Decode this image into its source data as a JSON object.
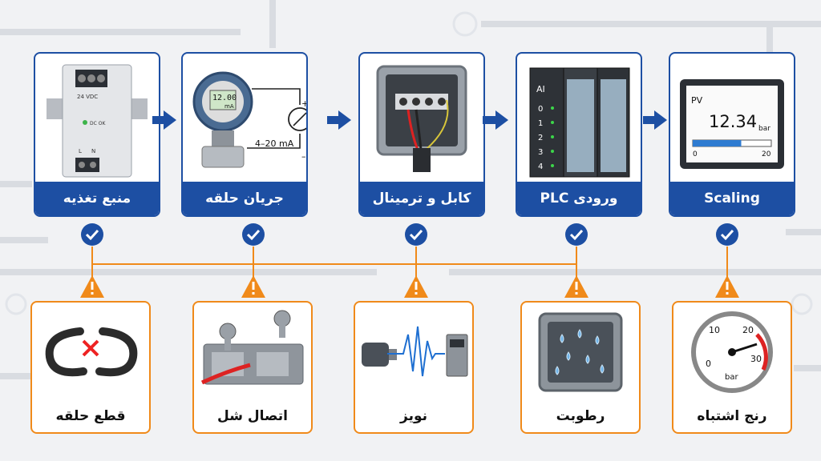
{
  "stages": [
    {
      "label": "منبع تغذیه",
      "icon": "power-supply-icon",
      "text1": "24 VDC",
      "text2": "DC OK",
      "text3": "L",
      "text4": "N"
    },
    {
      "label": "جریان حلقه",
      "icon": "pressure-transmitter-icon",
      "display_value": "12.00",
      "display_unit": "mA",
      "signal": "4–20 mA",
      "plus": "+",
      "minus": "–"
    },
    {
      "label": "کابل و ترمینال",
      "icon": "junction-box-icon"
    },
    {
      "label": "ورودی PLC",
      "icon": "plc-module-icon",
      "module_tag": "AI",
      "channels": [
        "0",
        "1",
        "2",
        "3",
        "4"
      ]
    },
    {
      "label": "Scaling",
      "icon": "hmi-display-icon",
      "tag": "PV",
      "value": "12.34",
      "unit": "bar",
      "range_min": "0",
      "range_max": "20"
    }
  ],
  "faults": [
    {
      "label": "قطع حلقه",
      "icon": "broken-wire-icon"
    },
    {
      "label": "اتصال شل",
      "icon": "loose-terminal-icon"
    },
    {
      "label": "نویز",
      "icon": "noise-signal-icon"
    },
    {
      "label": "رطوبت",
      "icon": "moisture-enclosure-icon"
    },
    {
      "label": "رنج اشتباه",
      "icon": "pressure-gauge-icon",
      "ticks": [
        "0",
        "10",
        "20",
        "30"
      ],
      "unit": "bar"
    }
  ],
  "colors": {
    "stage_blue": "#1d4fa3",
    "fault_orange": "#f08a1a",
    "check_blue": "#1d4fa3",
    "warning_orange": "#f08a1a"
  }
}
